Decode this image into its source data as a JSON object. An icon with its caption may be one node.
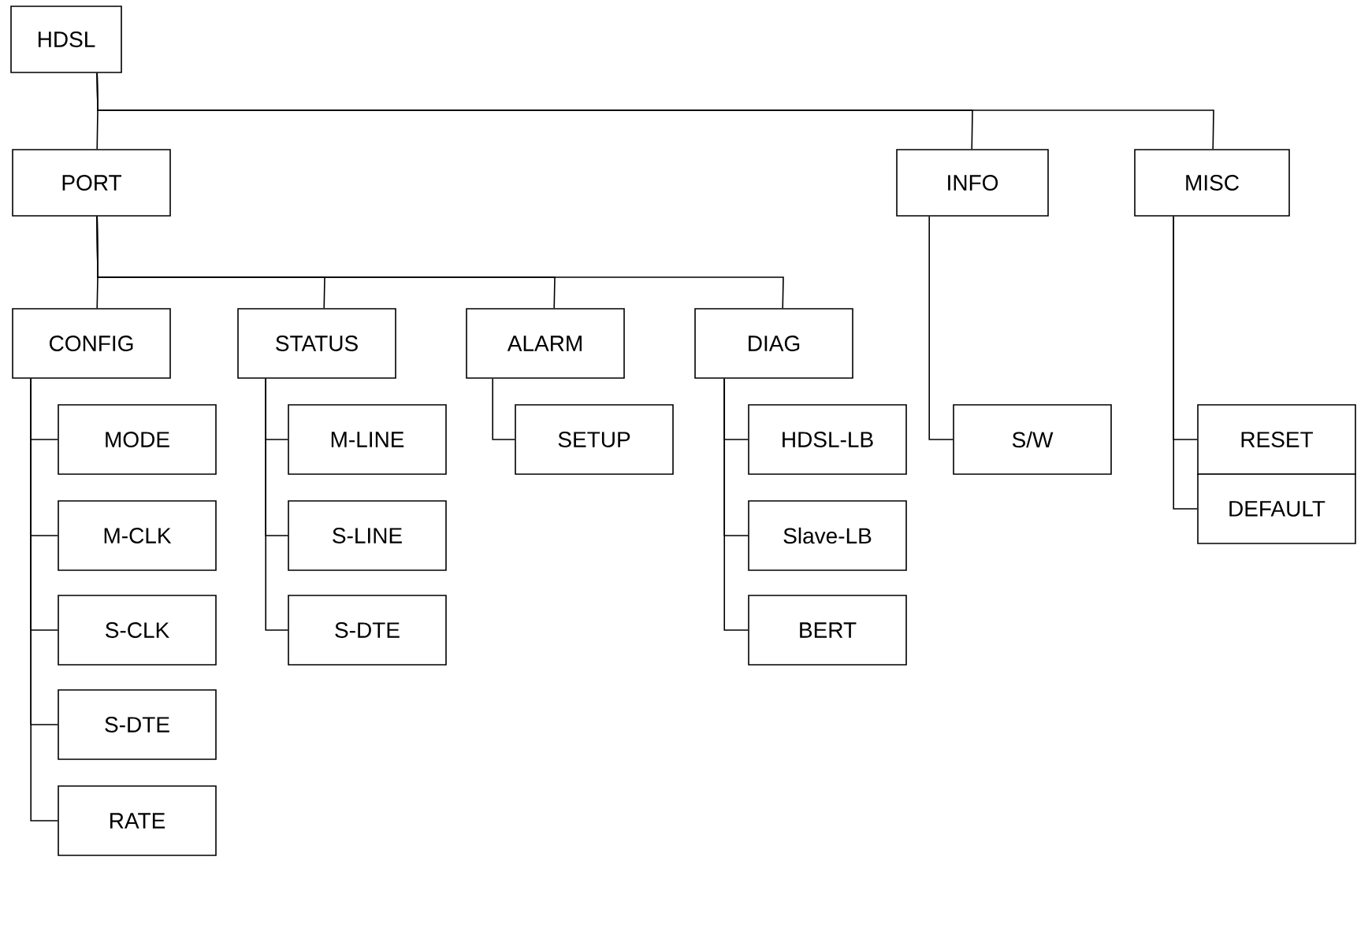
{
  "diagram": {
    "nodes": [
      {
        "text": [
          "HDSL"
        ]
      },
      {
        "text": [
          "PORT"
        ]
      },
      {
        "text": [
          "CONFIG"
        ]
      },
      {
        "text": [
          "MODE"
        ]
      },
      {
        "text": [
          "M-CLK"
        ]
      },
      {
        "text": [
          "S-CLK"
        ]
      },
      {
        "text": [
          "S-DTE"
        ]
      },
      {
        "text": [
          "RATE"
        ]
      },
      {
        "text": [
          "STATUS"
        ]
      },
      {
        "text": [
          "M-LINE"
        ]
      },
      {
        "text": [
          "S-LINE"
        ]
      },
      {
        "text": [
          "S-DTE"
        ]
      },
      {
        "text": [
          "ALARM"
        ]
      },
      {
        "text": [
          "SETUP"
        ]
      },
      {
        "text": [
          "DIAG"
        ]
      },
      {
        "text": [
          "HDSL-LB"
        ]
      },
      {
        "text": [
          "Slave-LB"
        ]
      },
      {
        "text": [
          "BERT"
        ]
      },
      {
        "text": [
          "INFO"
        ]
      },
      {
        "text": [
          "S/W"
        ]
      },
      {
        "text": [
          "MISC"
        ]
      },
      {
        "text": [
          "RESET"
        ]
      },
      {
        "text": [
          "DEFAULT"
        ]
      }
    ],
    "edges": [
      {
        "from": 0,
        "to": 1,
        "arrow": "none"
      },
      {
        "from": 1,
        "to": 2,
        "arrow": "none"
      },
      {
        "from": 2,
        "to": 3,
        "arrow": "none"
      },
      {
        "from": 2,
        "to": 4,
        "arrow": "none"
      },
      {
        "from": 2,
        "to": 5,
        "arrow": "none"
      },
      {
        "from": 2,
        "to": 6,
        "arrow": "none"
      },
      {
        "from": 2,
        "to": 7,
        "arrow": "none"
      },
      {
        "from": 1,
        "to": 8,
        "arrow": "none"
      },
      {
        "from": 8,
        "to": 9,
        "arrow": "none"
      },
      {
        "from": 8,
        "to": 10,
        "arrow": "none"
      },
      {
        "from": 8,
        "to": 11,
        "arrow": "none"
      },
      {
        "from": 1,
        "to": 12,
        "arrow": "none"
      },
      {
        "from": 12,
        "to": 13,
        "arrow": "none"
      },
      {
        "from": 1,
        "to": 14,
        "arrow": "none"
      },
      {
        "from": 14,
        "to": 15,
        "arrow": "none"
      },
      {
        "from": 14,
        "to": 16,
        "arrow": "none"
      },
      {
        "from": 14,
        "to": 17,
        "arrow": "none"
      },
      {
        "from": 0,
        "to": 18,
        "arrow": "none"
      },
      {
        "from": 18,
        "to": 19,
        "arrow": "none"
      },
      {
        "from": 0,
        "to": 20,
        "arrow": "none"
      },
      {
        "from": 20,
        "to": 21,
        "arrow": "none"
      },
      {
        "from": 20,
        "to": 22,
        "arrow": "none"
      }
    ]
  }
}
